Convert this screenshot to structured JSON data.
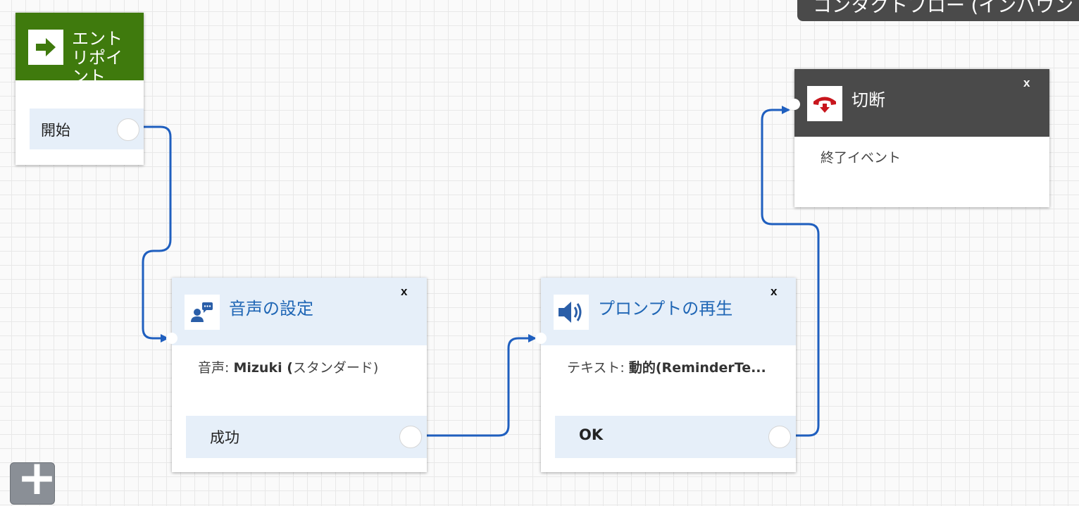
{
  "top_bar": {
    "title": "コンタクトフロー (インバウンド)"
  },
  "entry": {
    "title": "エントリポイント",
    "branch": "開始"
  },
  "set_voice": {
    "title": "音声の設定",
    "close": "x",
    "desc_label": "音声: ",
    "desc_value": "Mizuki (",
    "desc_suffix": "スタンダード)",
    "branch": "成功"
  },
  "play_prompt": {
    "title": "プロンプトの再生",
    "close": "x",
    "desc_label": "テキスト: ",
    "desc_value": "動的(ReminderTe...",
    "branch": "OK"
  },
  "disconnect": {
    "title": "切断",
    "close": "x",
    "desc": "終了イベント"
  },
  "zoom_button": {
    "label": "+"
  },
  "colors": {
    "entry_header": "#3f7a0d",
    "disconnect_header": "#4a4a4a",
    "link": "#1f5fbf",
    "title_blue": "#1f66b5"
  }
}
